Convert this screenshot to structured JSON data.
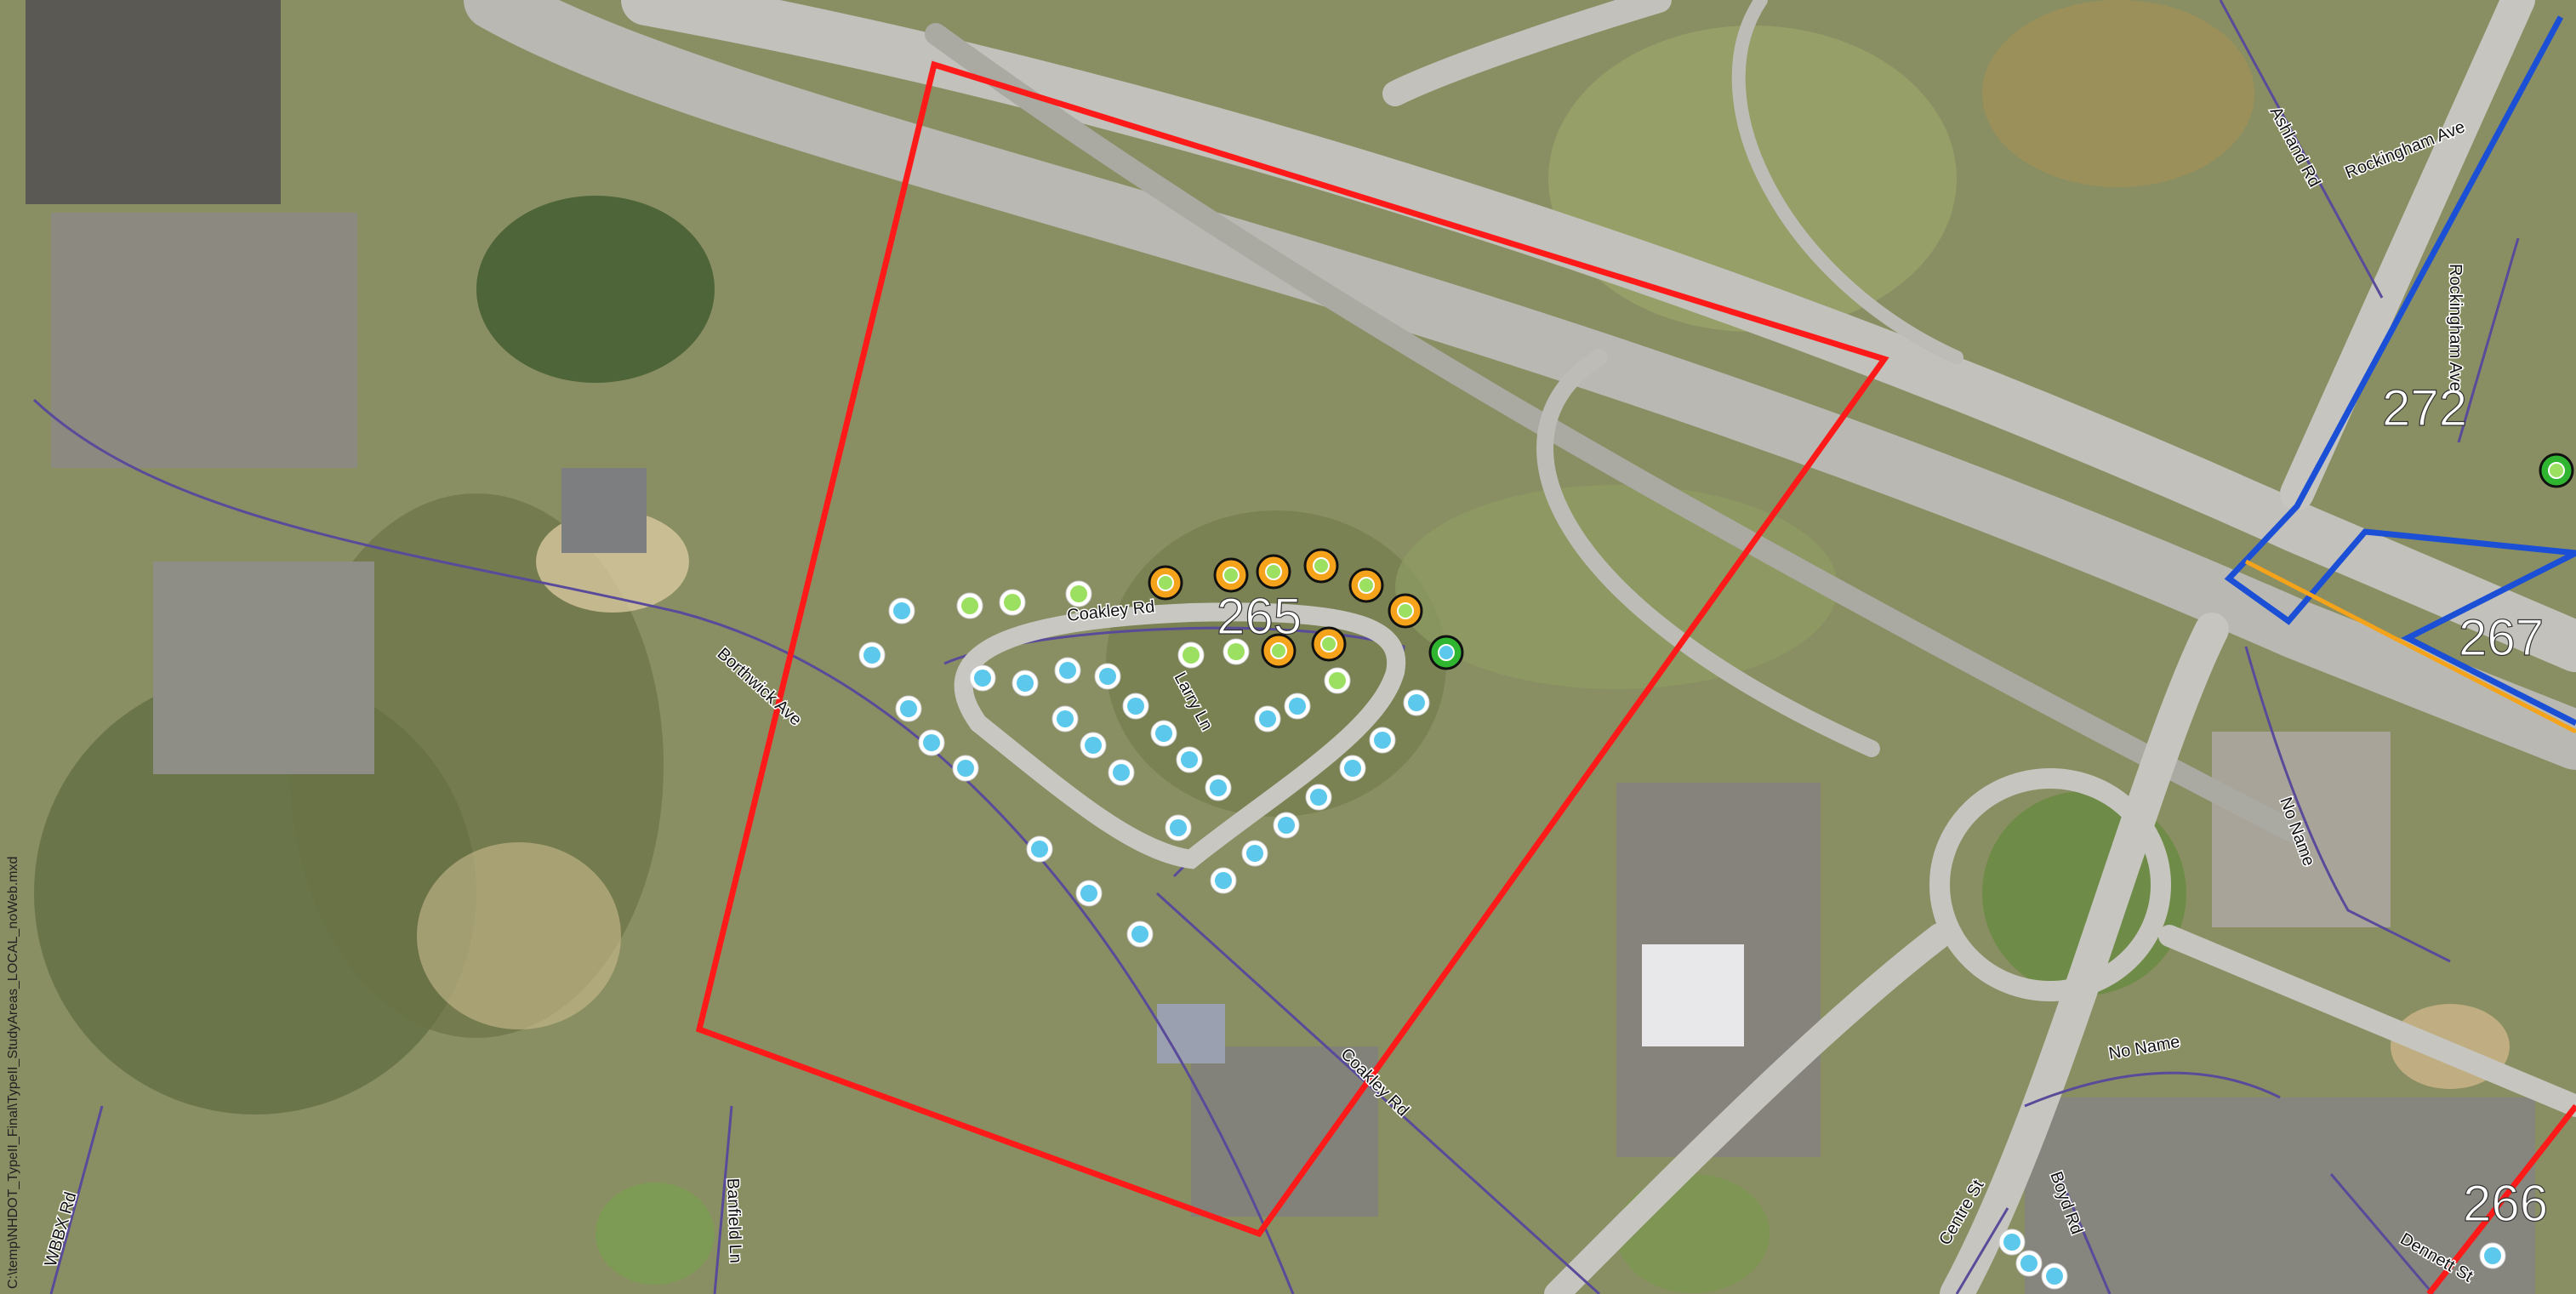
{
  "map": {
    "file_path": "C:\\temp\\NHDOT_TypeII_Final\\TypeII_StudyAreas_LOCAL_noWeb.mxd",
    "study_areas": [
      {
        "id": "265",
        "color": "#ff1a1a"
      },
      {
        "id": "272",
        "color": "#1a4fd6"
      },
      {
        "id": "267",
        "color": "#1a4fd6"
      },
      {
        "id": "266",
        "color": "#ff1a1a"
      }
    ],
    "road_labels": [
      {
        "name": "Coakley Rd"
      },
      {
        "name": "Larry Ln"
      },
      {
        "name": "Borthwick Ave"
      },
      {
        "name": "Coakley Rd"
      },
      {
        "name": "Ashland Rd"
      },
      {
        "name": "Rockingham Ave"
      },
      {
        "name": "Rockingham Ave"
      },
      {
        "name": "No Name"
      },
      {
        "name": "No Name"
      },
      {
        "name": "Boyd Rd"
      },
      {
        "name": "Centre St"
      },
      {
        "name": "Dennett St"
      },
      {
        "name": "Banfield Ln"
      },
      {
        "name": "WBBX Rd"
      }
    ],
    "marker_colors": {
      "blue": "#5cc8ec",
      "green": "#9be060",
      "orange": "#f5a31a",
      "green_ring": "#2fb52f"
    }
  }
}
